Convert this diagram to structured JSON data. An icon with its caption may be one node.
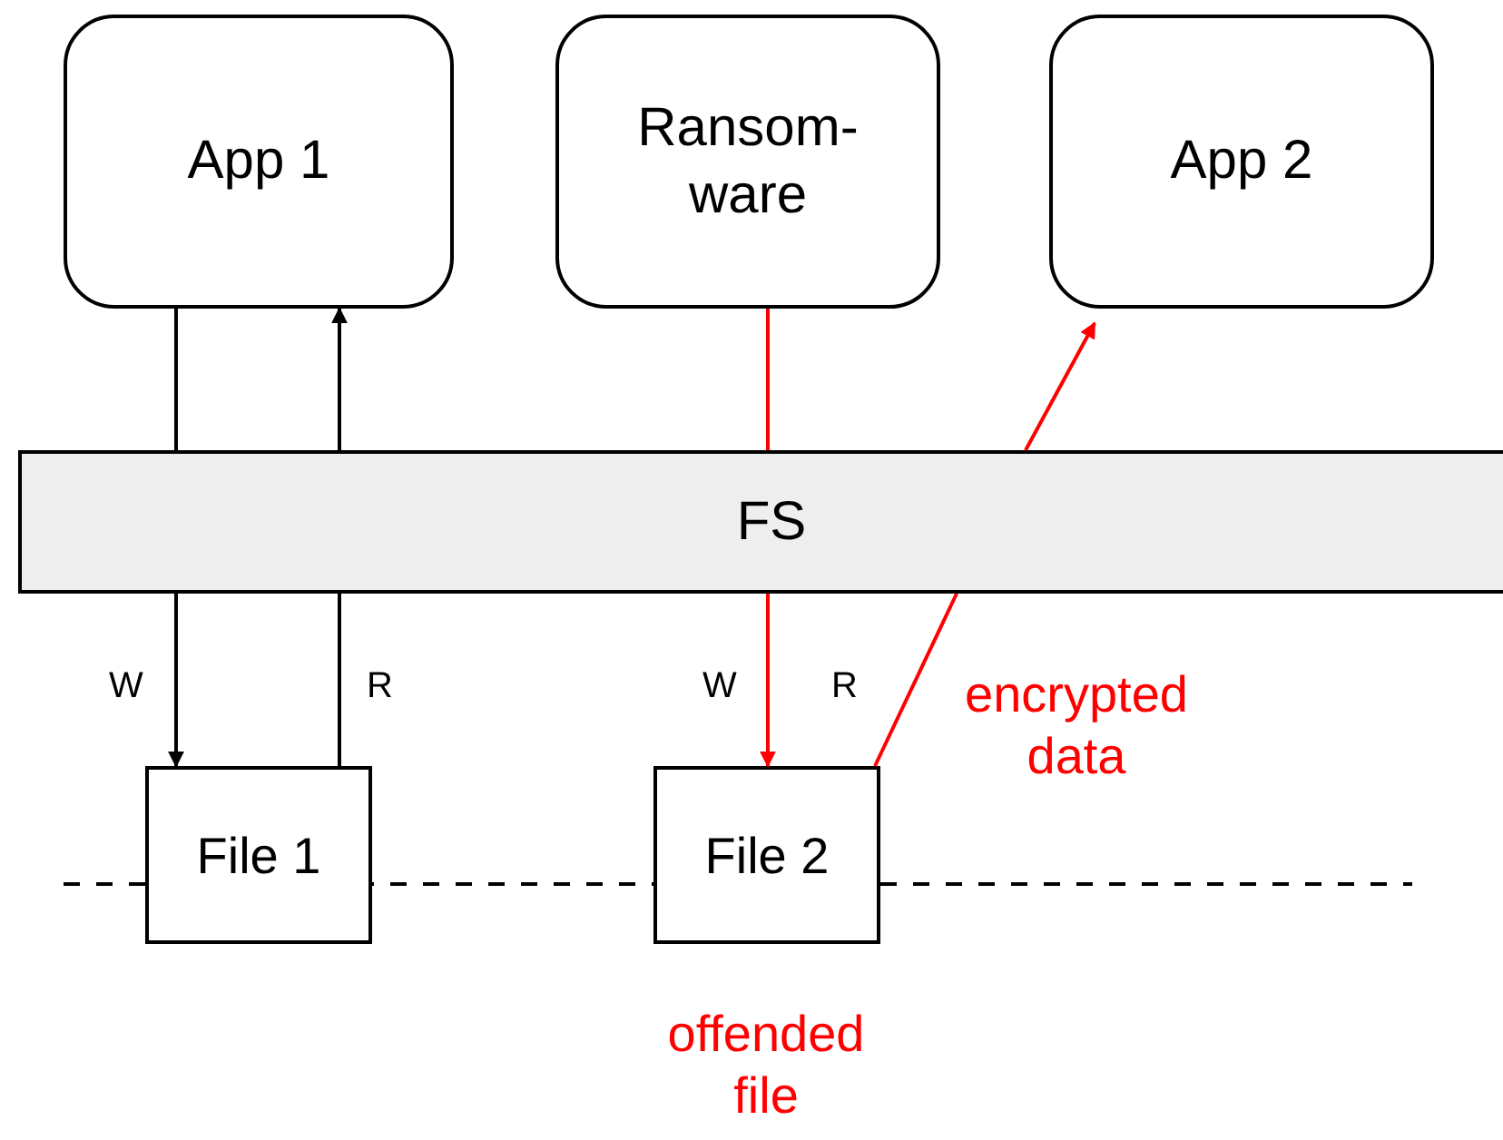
{
  "diagram": {
    "nodes": [
      {
        "text": [
          "App 1"
        ]
      },
      {
        "text": [
          "Ransom- ware"
        ]
      },
      {
        "text": [
          "App 2"
        ]
      },
      {
        "text": [
          "FS"
        ]
      },
      {
        "text": [
          "File 1"
        ]
      },
      {
        "text": [
          "File 2"
        ],
        "beside": [
          "offended file"
        ]
      }
    ],
    "edges": [
      {
        "from": 0,
        "to": 3,
        "arrow": "none"
      },
      {
        "from": 3,
        "to": 4,
        "arrow": "to"
      },
      {
        "from": 4,
        "to": 3,
        "arrow": "none"
      },
      {
        "from": 3,
        "to": 0,
        "arrow": "to"
      },
      {
        "from": 1,
        "to": 3,
        "arrow": "none",
        "color": "#ff0000"
      },
      {
        "from": 3,
        "to": 5,
        "arrow": "to",
        "color": "#ff0000"
      },
      {
        "from": 5,
        "to": 3,
        "arrow": "none",
        "color": "#ff0000"
      },
      {
        "from": 3,
        "to": 2,
        "arrow": "to",
        "color": "#ff0000"
      }
    ],
    "labels": [
      "W",
      "R",
      "W",
      "R",
      "encrypted data"
    ]
  }
}
